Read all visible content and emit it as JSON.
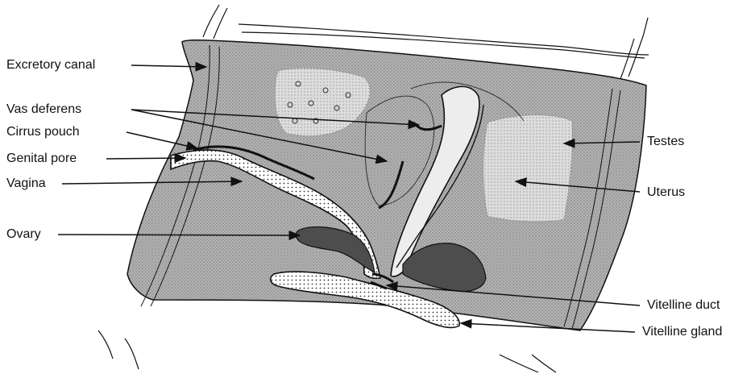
{
  "labels": {
    "excretory_canal": "Excretory canal",
    "vas_deferens": "Vas deferens",
    "cirrus_pouch": "Cirrus pouch",
    "genital_pore": "Genital pore",
    "vagina": "Vagina",
    "ovary": "Ovary",
    "testes": "Testes",
    "uterus": "Uterus",
    "vitelline_duct": "Vitelline duct",
    "vitelline_gland": "Vitelline gland"
  },
  "colors": {
    "body_fill": "#a9a9a9",
    "organ_dark": "#4a4a4a",
    "stipple_light": "#e8e8e8",
    "outline": "#111111"
  }
}
